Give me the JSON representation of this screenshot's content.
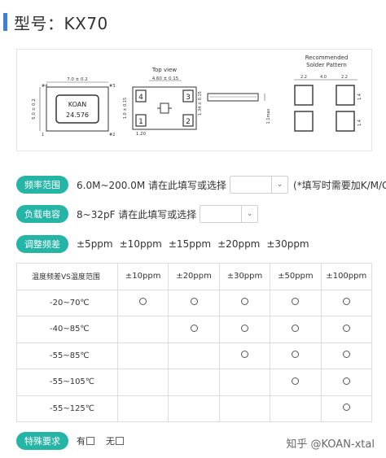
{
  "header": {
    "title": "型号：KX70"
  },
  "diagram": {
    "dim_width": "7.0 ± 0.2",
    "dim_height": "5.0 ± 0.2",
    "pin4": "#4",
    "pin3": "#3",
    "pin1": "1",
    "pin2": "#2",
    "chip_brand": "KOAN",
    "chip_freq": "24.576",
    "top_view_label": "Top view",
    "top_dim_width": "4.60 ± 0.15",
    "top_dim_left": "1.0 ± 0.15",
    "top_dim_right": "1.34 ± 0.15",
    "top_dim_bottom": "1.20",
    "top_pad4": "4",
    "top_pad3": "3",
    "top_pad1": "1",
    "top_pad2": "2",
    "side_height": "1.1max",
    "solder_title_1": "Recommended",
    "solder_title_2": "Solder Pattern",
    "solder_dim_a": "2.2",
    "solder_dim_b": "4.0",
    "solder_dim_c": "2.2",
    "solder_dim_d": "1.4",
    "solder_dim_e": "1.4"
  },
  "freq_range": {
    "label": "频率范围",
    "text": "6.0M~200.0M 请在此填写或选择",
    "note": "(*填写时需要加K/M/G)"
  },
  "load_cap": {
    "label": "负载电容",
    "text": "8~32pF 请在此填写或选择"
  },
  "tolerance": {
    "label": "调整频差",
    "options": [
      "±5ppm",
      "±10ppm",
      "±15ppm",
      "±20ppm",
      "±30ppm"
    ]
  },
  "table": {
    "header_first": "温度频差VS温度范围",
    "columns": [
      "±10ppm",
      "±20ppm",
      "±30ppm",
      "±50ppm",
      "±100ppm"
    ],
    "rows": [
      {
        "range": "-20~70℃",
        "marks": [
          true,
          true,
          true,
          true,
          true
        ]
      },
      {
        "range": "-40~85℃",
        "marks": [
          false,
          true,
          true,
          true,
          true
        ]
      },
      {
        "range": "-55~85℃",
        "marks": [
          false,
          false,
          true,
          true,
          true
        ]
      },
      {
        "range": "-55~105℃",
        "marks": [
          false,
          false,
          false,
          true,
          true
        ]
      },
      {
        "range": "-55~125℃",
        "marks": [
          false,
          false,
          false,
          false,
          true
        ]
      }
    ]
  },
  "special": {
    "label": "特殊要求",
    "yes": "有",
    "no": "无"
  },
  "watermark": "知乎 @KOAN-xtal"
}
